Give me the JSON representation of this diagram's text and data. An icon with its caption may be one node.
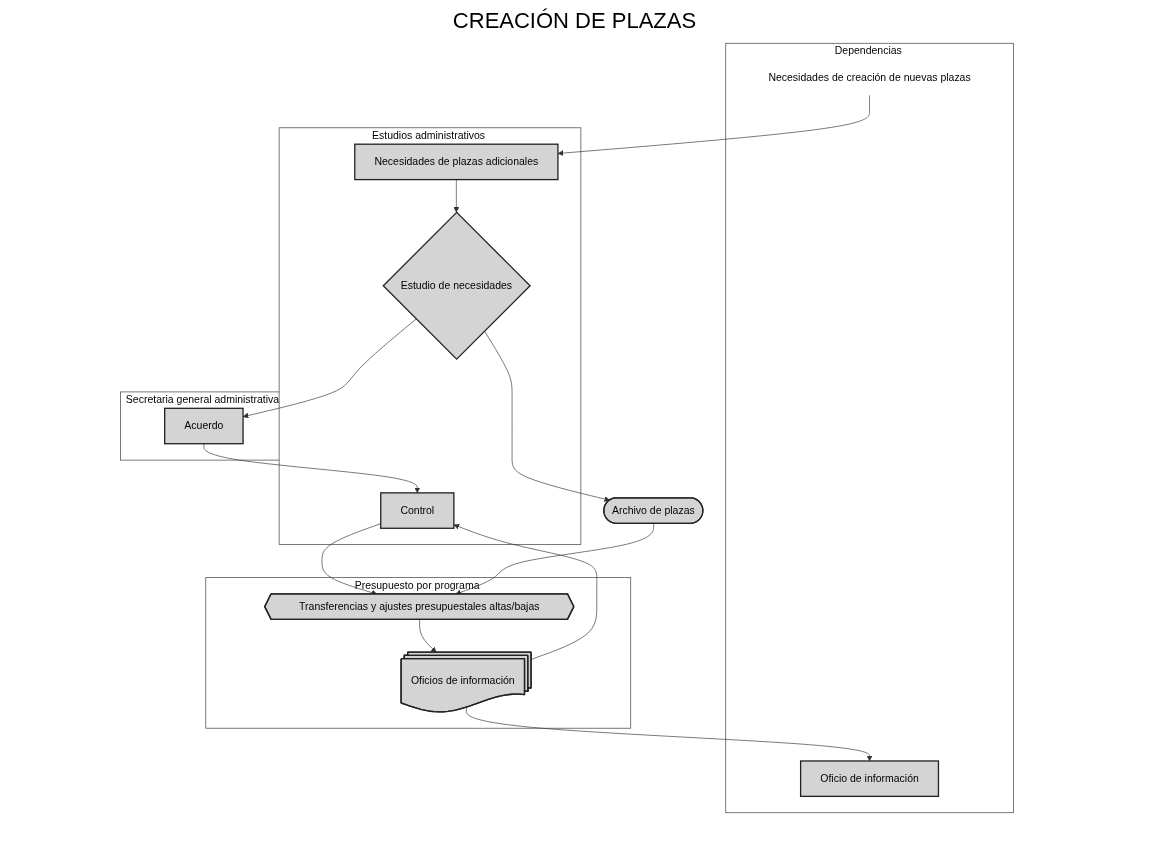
{
  "diagram": {
    "title": "CREACIÓN DE PLAZAS",
    "nodes": [
      {
        "text": [
          "Dependencias"
        ]
      },
      {
        "text": [
          "Necesidades de creación de nuevas plazas"
        ],
        "in": 0
      },
      {
        "text": [
          "Oficio de información"
        ],
        "in": 0
      },
      {
        "text": [
          "Estudios administrativos"
        ]
      },
      {
        "text": [
          "Necesidades de plazas adicionales"
        ],
        "in": 3
      },
      {
        "text": [
          "Estudio de necesidades"
        ],
        "in": 3
      },
      {
        "text": [
          "Control"
        ],
        "in": 3
      },
      {
        "text": [
          "Secretaria general administrativa"
        ]
      },
      {
        "text": [
          "Acuerdo"
        ],
        "in": 7
      },
      {
        "text": [
          "Presupuesto por programa"
        ]
      },
      {
        "text": [
          "Transferencias y ajustes presupuestales altas/bajas"
        ],
        "in": 9
      },
      {
        "text": [
          "Oficios de información"
        ],
        "in": 9
      },
      {
        "text": [
          "Archivo de plazas"
        ]
      }
    ],
    "edges": [
      {
        "from": 1,
        "to": 4,
        "arrow": "to"
      },
      {
        "from": 4,
        "to": 5,
        "arrow": "to"
      },
      {
        "from": 5,
        "to": 8,
        "arrow": "to"
      },
      {
        "from": 8,
        "to": 6,
        "arrow": "to"
      },
      {
        "from": 5,
        "to": 12,
        "arrow": "to"
      },
      {
        "from": 6,
        "to": 10,
        "arrow": "to"
      },
      {
        "from": 12,
        "to": 10,
        "arrow": "to"
      },
      {
        "from": 10,
        "to": 11,
        "arrow": "to"
      },
      {
        "from": 11,
        "to": 6,
        "arrow": "to"
      },
      {
        "from": 11,
        "to": 2,
        "arrow": "to"
      }
    ]
  }
}
